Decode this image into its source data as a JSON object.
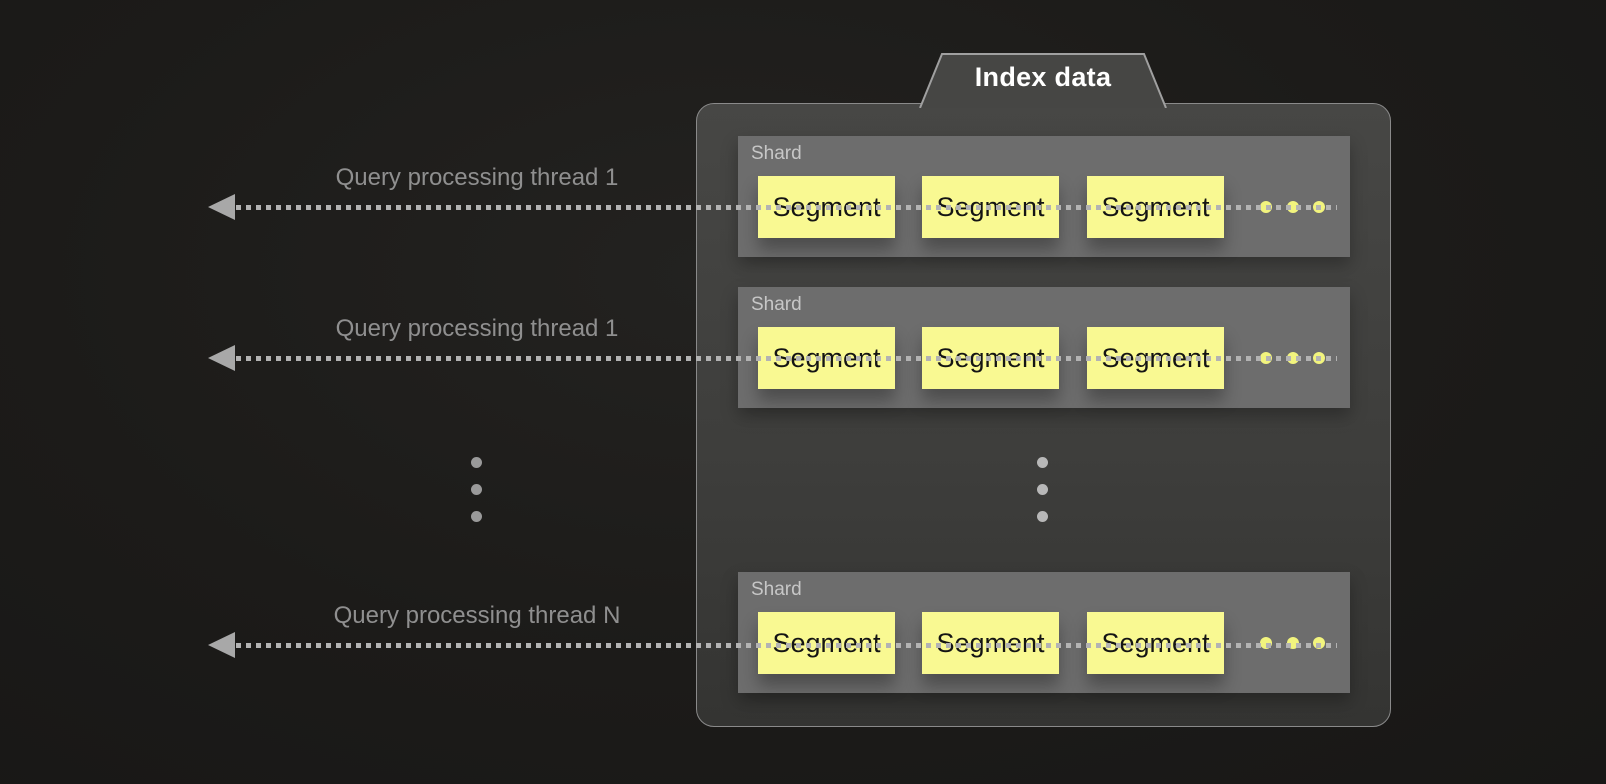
{
  "title_tab": {
    "label": "Index data"
  },
  "shards": [
    {
      "name": "Shard",
      "segments": [
        "Segment",
        "Segment",
        "Segment"
      ]
    },
    {
      "name": "Shard",
      "segments": [
        "Segment",
        "Segment",
        "Segment"
      ]
    },
    {
      "name": "Shard",
      "segments": [
        "Segment",
        "Segment",
        "Segment"
      ]
    }
  ],
  "threads": [
    "Query processing thread 1",
    "Query processing thread 1",
    "Query processing thread N"
  ],
  "colors": {
    "background": "#1c1b19",
    "container_fill": "#434341",
    "container_border": "#8a8a8a",
    "shard_fill": "#6d6d6d",
    "shard_label_text": "#c7c7c7",
    "segment_fill": "#f9f992",
    "segment_text": "#141414",
    "segment_ellipsis_yellow": "#f2f47e",
    "arrow_gray": "#a8a8a8",
    "dotted_line_gray": "#b3b3b3",
    "thread_label_text": "#8f8f8f",
    "tab_text": "#ffffff"
  }
}
